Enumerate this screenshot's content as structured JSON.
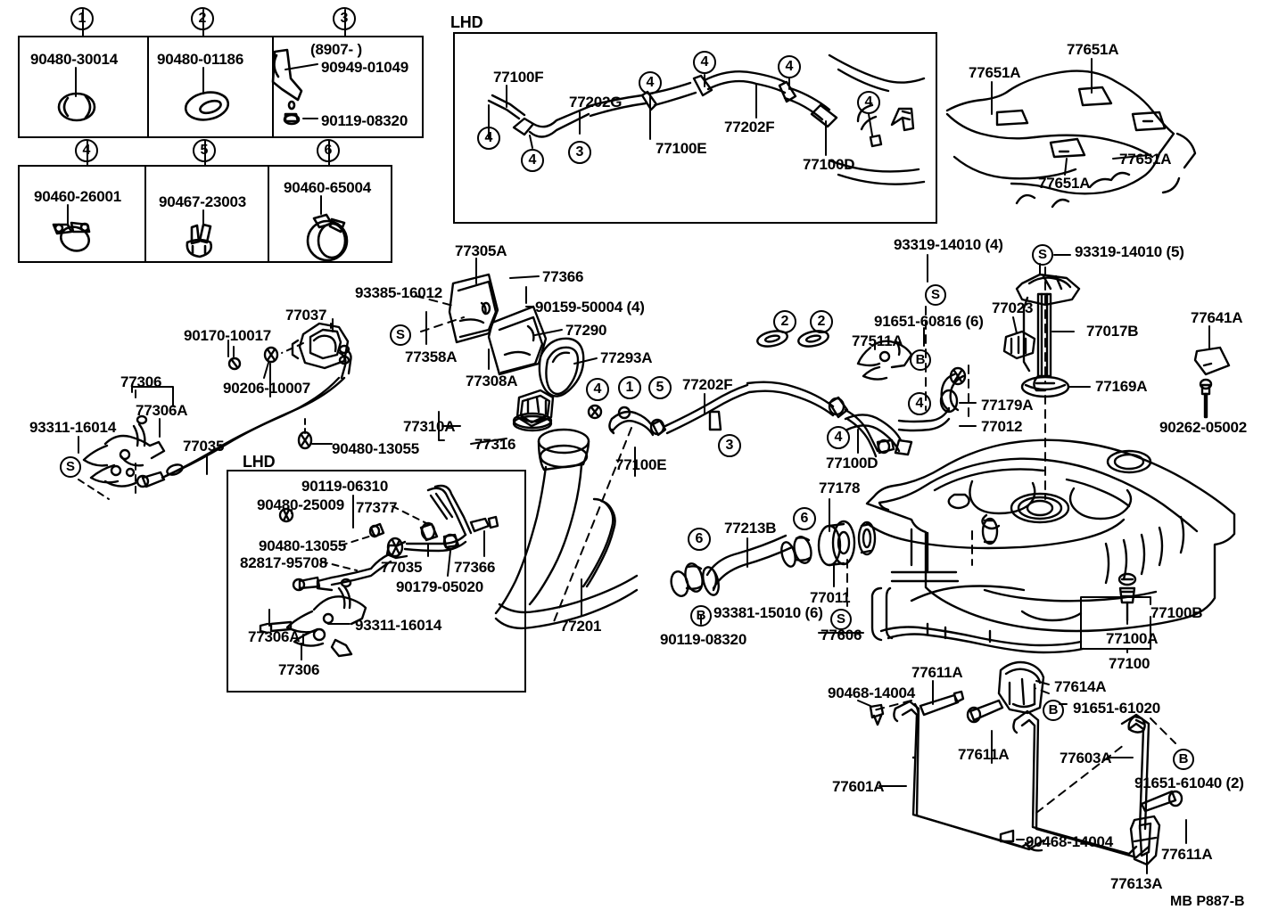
{
  "diagram": {
    "code": "MB P887-B",
    "title_codes": {
      "lhd_upper": "LHD",
      "lhd_lower": "LHD"
    }
  },
  "legend": {
    "row1": [
      {
        "num": "1",
        "part": "90480-30014"
      },
      {
        "num": "2",
        "part": "90480-01186"
      },
      {
        "num": "3",
        "part_main": "90949-01049",
        "part_sub": "90119-08320",
        "range": "(8907-        )"
      }
    ],
    "row2": [
      {
        "num": "4",
        "part": "90460-26001"
      },
      {
        "num": "5",
        "part": "90467-23003"
      },
      {
        "num": "6",
        "part": "90460-65004"
      }
    ]
  },
  "lhd_inset_upper": {
    "title": "LHD",
    "labels": [
      {
        "id": "77100F",
        "text": "77100F"
      },
      {
        "id": "77202G",
        "text": "77202G"
      },
      {
        "id": "77100E",
        "text": "77100E"
      },
      {
        "id": "77202F",
        "text": "77202F"
      },
      {
        "id": "77100D",
        "text": "77100D"
      }
    ],
    "callouts": [
      "4",
      "4",
      "4",
      "3",
      "4",
      "4",
      "4"
    ]
  },
  "lhd_inset_lower": {
    "title": "LHD",
    "labels": [
      {
        "id": "90119-06310",
        "text": "90119-06310"
      },
      {
        "id": "90480-25009",
        "text": "90480-25009"
      },
      {
        "id": "77377",
        "text": "77377"
      },
      {
        "id": "90480-13055",
        "text": "90480-13055"
      },
      {
        "id": "82817-95708",
        "text": "82817-95708"
      },
      {
        "id": "77035",
        "text": "77035"
      },
      {
        "id": "90179-05020",
        "text": "90179-05020"
      },
      {
        "id": "77366",
        "text": "77366"
      },
      {
        "id": "77306A",
        "text": "77306A"
      },
      {
        "id": "93311-16014",
        "text": "93311-16014"
      },
      {
        "id": "77306",
        "text": "77306"
      }
    ]
  },
  "heat_shield": {
    "labels": [
      "77651A",
      "77651A",
      "77651A",
      "77651A"
    ]
  },
  "main_labels": [
    {
      "id": "77305A",
      "text": "77305A"
    },
    {
      "id": "77366",
      "text": "77366"
    },
    {
      "id": "93385-16012",
      "text": "93385-16012"
    },
    {
      "id": "90159-50004",
      "text": "90159-50004  (4)"
    },
    {
      "id": "77290",
      "text": "77290"
    },
    {
      "id": "77358A",
      "text": "77358A"
    },
    {
      "id": "77293A",
      "text": "77293A"
    },
    {
      "id": "77308A",
      "text": "77308A"
    },
    {
      "id": "77037",
      "text": "77037"
    },
    {
      "id": "90170-10017",
      "text": "90170-10017"
    },
    {
      "id": "90206-10007",
      "text": "90206-10007"
    },
    {
      "id": "77306",
      "text": "77306"
    },
    {
      "id": "77306A",
      "text": "77306A"
    },
    {
      "id": "93311-16014",
      "text": "93311-16014"
    },
    {
      "id": "77035",
      "text": "77035"
    },
    {
      "id": "90480-13055",
      "text": "90480-13055"
    },
    {
      "id": "77310A",
      "text": "77310A"
    },
    {
      "id": "77316",
      "text": "77316"
    },
    {
      "id": "77100E",
      "text": "77100E"
    },
    {
      "id": "77202F",
      "text": "77202F"
    },
    {
      "id": "77100D",
      "text": "77100D"
    },
    {
      "id": "77201",
      "text": "77201"
    },
    {
      "id": "77213B",
      "text": "77213B"
    },
    {
      "id": "93381-15010",
      "text": "93381-15010  (6)"
    },
    {
      "id": "90119-08320",
      "text": "90119-08320"
    },
    {
      "id": "77178",
      "text": "77178"
    },
    {
      "id": "77011",
      "text": "77011"
    },
    {
      "id": "77606",
      "text": "77606"
    },
    {
      "id": "93319-14010-4",
      "text": "93319-14010  (4)"
    },
    {
      "id": "93319-14010-5",
      "text": "93319-14010  (5)"
    },
    {
      "id": "91651-60816",
      "text": "91651-60816  (6)"
    },
    {
      "id": "77511A",
      "text": "77511A"
    },
    {
      "id": "77023",
      "text": "77023"
    },
    {
      "id": "77017B",
      "text": "77017B"
    },
    {
      "id": "77169A",
      "text": "77169A"
    },
    {
      "id": "77179A",
      "text": "77179A"
    },
    {
      "id": "77012",
      "text": "77012"
    },
    {
      "id": "77641A",
      "text": "77641A"
    },
    {
      "id": "90262-05002",
      "text": "90262-05002"
    },
    {
      "id": "77100B",
      "text": "77100B"
    },
    {
      "id": "77100A",
      "text": "77100A"
    },
    {
      "id": "77100",
      "text": "77100"
    },
    {
      "id": "77611A-1",
      "text": "77611A"
    },
    {
      "id": "77611A-2",
      "text": "77611A"
    },
    {
      "id": "77611A-3",
      "text": "77611A"
    },
    {
      "id": "90468-14004-1",
      "text": "90468-14004"
    },
    {
      "id": "90468-14004-2",
      "text": "90468-14004"
    },
    {
      "id": "77614A",
      "text": "77614A"
    },
    {
      "id": "91651-61020",
      "text": "91651-61020"
    },
    {
      "id": "77603A",
      "text": "77603A"
    },
    {
      "id": "91651-61040",
      "text": "91651-61040  (2)"
    },
    {
      "id": "77601A",
      "text": "77601A"
    },
    {
      "id": "77613A",
      "text": "77613A"
    }
  ],
  "markers": {
    "S": "S",
    "B": "B",
    "numbers": [
      "1",
      "2",
      "3",
      "4",
      "5",
      "6"
    ]
  }
}
